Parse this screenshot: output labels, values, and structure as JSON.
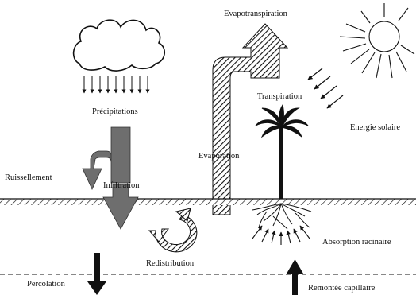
{
  "labels": {
    "evapotranspiration": "Evapotranspiration",
    "precipitations": "Précipitations",
    "transpiration": "Transpiration",
    "energie_solaire": "Energie solaire",
    "ruissellement": "Ruissellement",
    "infiltration": "Infiltration",
    "evaporation": "Evaporation",
    "absorption_racinaire": "Absorption racinaire",
    "redistribution": "Redistribution",
    "percolation": "Percolation",
    "remontee_capillaire": "Remontée capillaire"
  },
  "colors": {
    "ink": "#111111",
    "arrow_fill": "#6e6e6e",
    "background": "#ffffff"
  },
  "icons": {
    "cloud": "cloud-icon",
    "sun": "sun-icon",
    "palm": "palm-tree-icon"
  }
}
